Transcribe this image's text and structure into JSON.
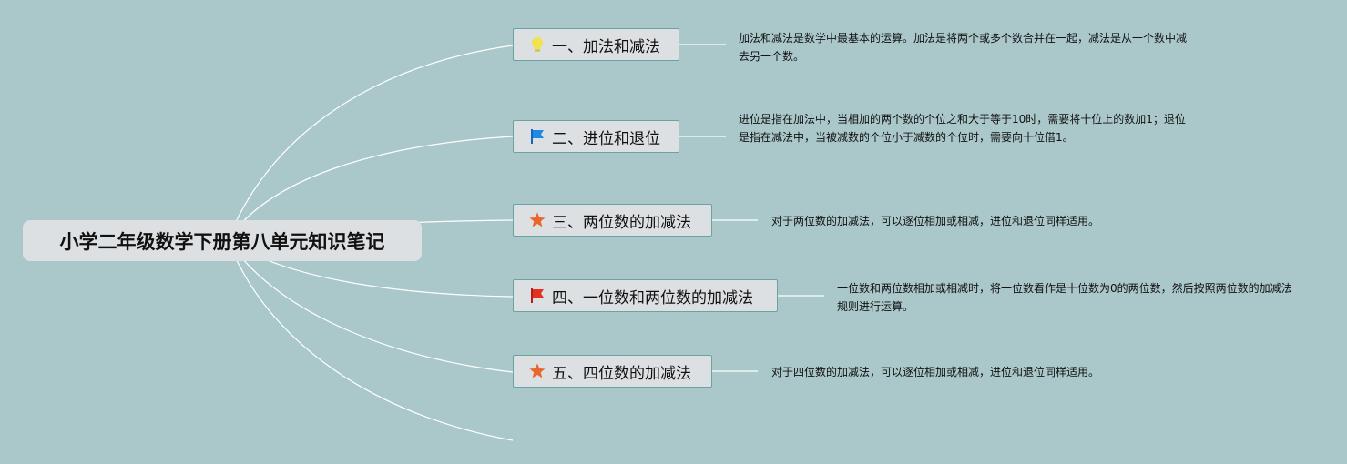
{
  "root": {
    "title": "小学二年级数学下册第八单元知识笔记"
  },
  "branches": [
    {
      "label": "一、加法和减法",
      "icon": "lightbulb-icon",
      "icon_color": "#f2e34c",
      "note": "加法和减法是数学中最基本的运算。加法是将两个或多个数合并在一起，减法是从一个数中减去另一个数。"
    },
    {
      "label": "二、进位和退位",
      "icon": "blue-flag-icon",
      "icon_color": "#1e88e5",
      "note": "进位是指在加法中，当相加的两个数的个位之和大于等于10时，需要将十位上的数加1；退位是指在减法中，当被减数的个位小于减数的个位时，需要向十位借1。"
    },
    {
      "label": "三、两位数的加减法",
      "icon": "star-icon",
      "icon_color": "#e8672e",
      "note": "对于两位数的加减法，可以逐位相加或相减，进位和退位同样适用。"
    },
    {
      "label": "四、一位数和两位数的加减法",
      "icon": "red-flag-icon",
      "icon_color": "#e53020",
      "note": "一位数和两位数相加或相减时，将一位数看作是十位数为0的两位数，然后按照两位数的加减法规则进行运算。"
    },
    {
      "label": "五、四位数的加减法",
      "icon": "star-icon",
      "icon_color": "#e8672e",
      "note": "对于四位数的加减法，可以逐位相加或相减，进位和退位同样适用。"
    }
  ],
  "colors": {
    "background": "#aac7c9",
    "node_fill": "#dde0e2",
    "node_border": "#6aa3a3",
    "connector": "#ffffff"
  }
}
